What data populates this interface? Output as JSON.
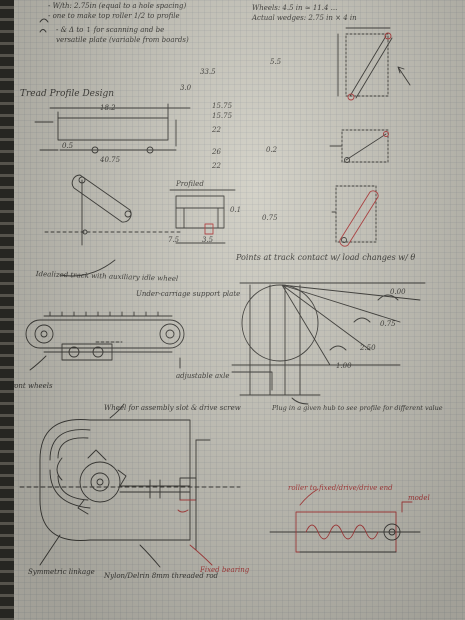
{
  "page": {
    "type": "notebook-page",
    "ink_color": "#3b3a36",
    "accent_color": "#b23b3b",
    "paper_color": "#cfcdc2"
  },
  "notes": {
    "top_line_1": "- W/th: 2.75in (equal to a hole spacing)",
    "top_line_2": "- one to make top roller 1/2 to profile",
    "top_line_3": "- & Δ to ↕ for scanning and be",
    "top_line_4": "  versatile plate (variable from boards)",
    "right_top_1": "Wheels: 4.5 in ≈ 11.4 ...",
    "right_top_2": "Actual wedges: 2.75 in × 4 in",
    "track_title": "Tread Profile Design",
    "track_note": "Idealized track with auxiliary idle wheel",
    "profile_label": "Profiled",
    "right_mid": "Points at track contact w/ load changes w/ θ",
    "under_carriage": "Under-carriage support plate",
    "front_wheel": "Front wheels",
    "adjust_note": "adjustable axle",
    "sensitivity_note": "Plug in a given hub to see profile for different value",
    "wheel_label": "Wheel for assembly slot & drive screw",
    "bottom_left": "Symmetric linkage",
    "bottom_mid": "Nylon/Delrin 8mm threaded rod",
    "bottom_red": "Fixed bearing",
    "bottom_right_red_1": "roller to fixed/drive/drive end",
    "bottom_right_red_2": "model"
  },
  "dimensions": {
    "d1": "15.75",
    "d2": "15.75",
    "d3": "33.5",
    "d4": "26",
    "d5": "22",
    "d6": "3.0",
    "d7": "18.2",
    "d8": "0.5",
    "d9": "0.1",
    "d10": "0.2",
    "d11": "0.75",
    "d12": "0.75",
    "d13": "1.00",
    "d14": "0.00",
    "d15": "2.50",
    "d16": "40.75",
    "d17": "7.5",
    "d18": "3.5",
    "d19": "22",
    "d20": "5.5"
  }
}
